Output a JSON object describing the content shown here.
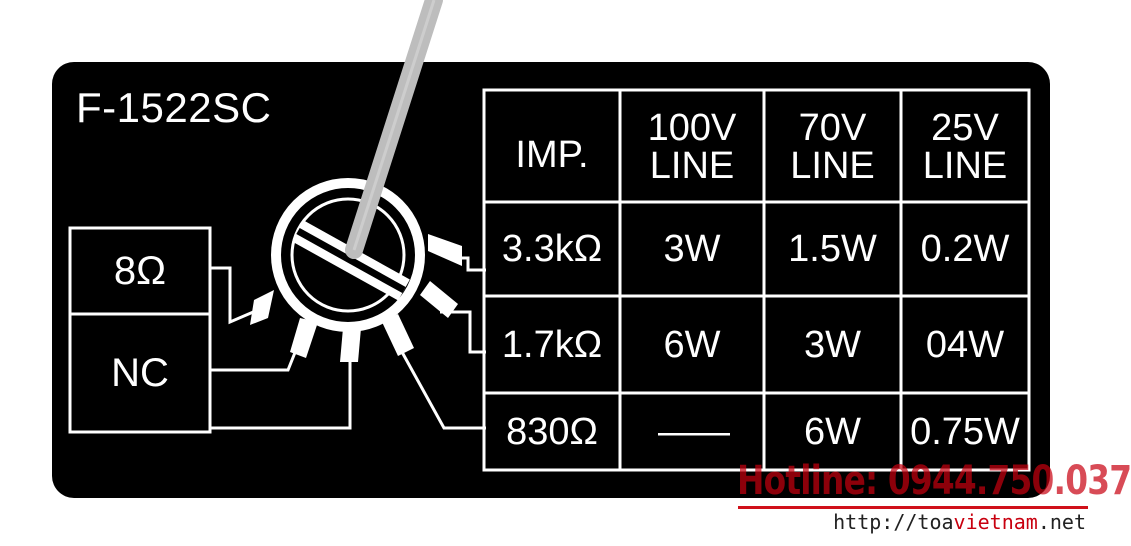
{
  "model": "F-1522SC",
  "selector": {
    "options": [
      "8Ω",
      "NC"
    ]
  },
  "table": {
    "headers": [
      "IMP.",
      "100V\nLINE",
      "70V\nLINE",
      "25V\nLINE"
    ],
    "rows": [
      {
        "imp": "3.3kΩ",
        "v100": "3W",
        "v70": "1.5W",
        "v25": "0.2W"
      },
      {
        "imp": "1.7kΩ",
        "v100": "6W",
        "v70": "3W",
        "v25": "04W"
      },
      {
        "imp": "830Ω",
        "v100": "——",
        "v70": "6W",
        "v25": "0.75W"
      }
    ]
  },
  "watermark": {
    "hotline": "Hotline: 0944.750.037",
    "url_prefix": "http://toa",
    "url_accent": "vietnam",
    "url_suffix": ".net"
  },
  "colors": {
    "panel": "#000000",
    "foreground": "#ffffff",
    "knob_shaft": "#bdbdbd",
    "watermark": "#c8000f"
  }
}
